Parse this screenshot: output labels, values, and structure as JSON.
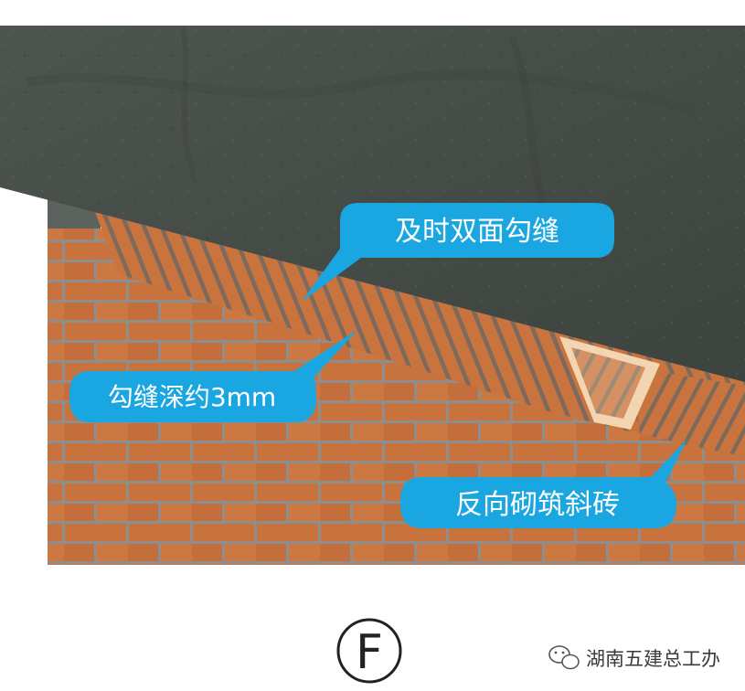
{
  "callouts": {
    "top": "及时双面勾缝",
    "left": "勾缝深约3mm",
    "bottom": "反向砌筑斜砖"
  },
  "figure_label": "F",
  "watermark": {
    "text": "湖南五建总工办",
    "icon": "wechat-icon"
  },
  "colors": {
    "concrete": "#4a514b",
    "brick": "#c9743e",
    "mortar": "#8f8f8f",
    "callout": "#1aa6e0"
  }
}
